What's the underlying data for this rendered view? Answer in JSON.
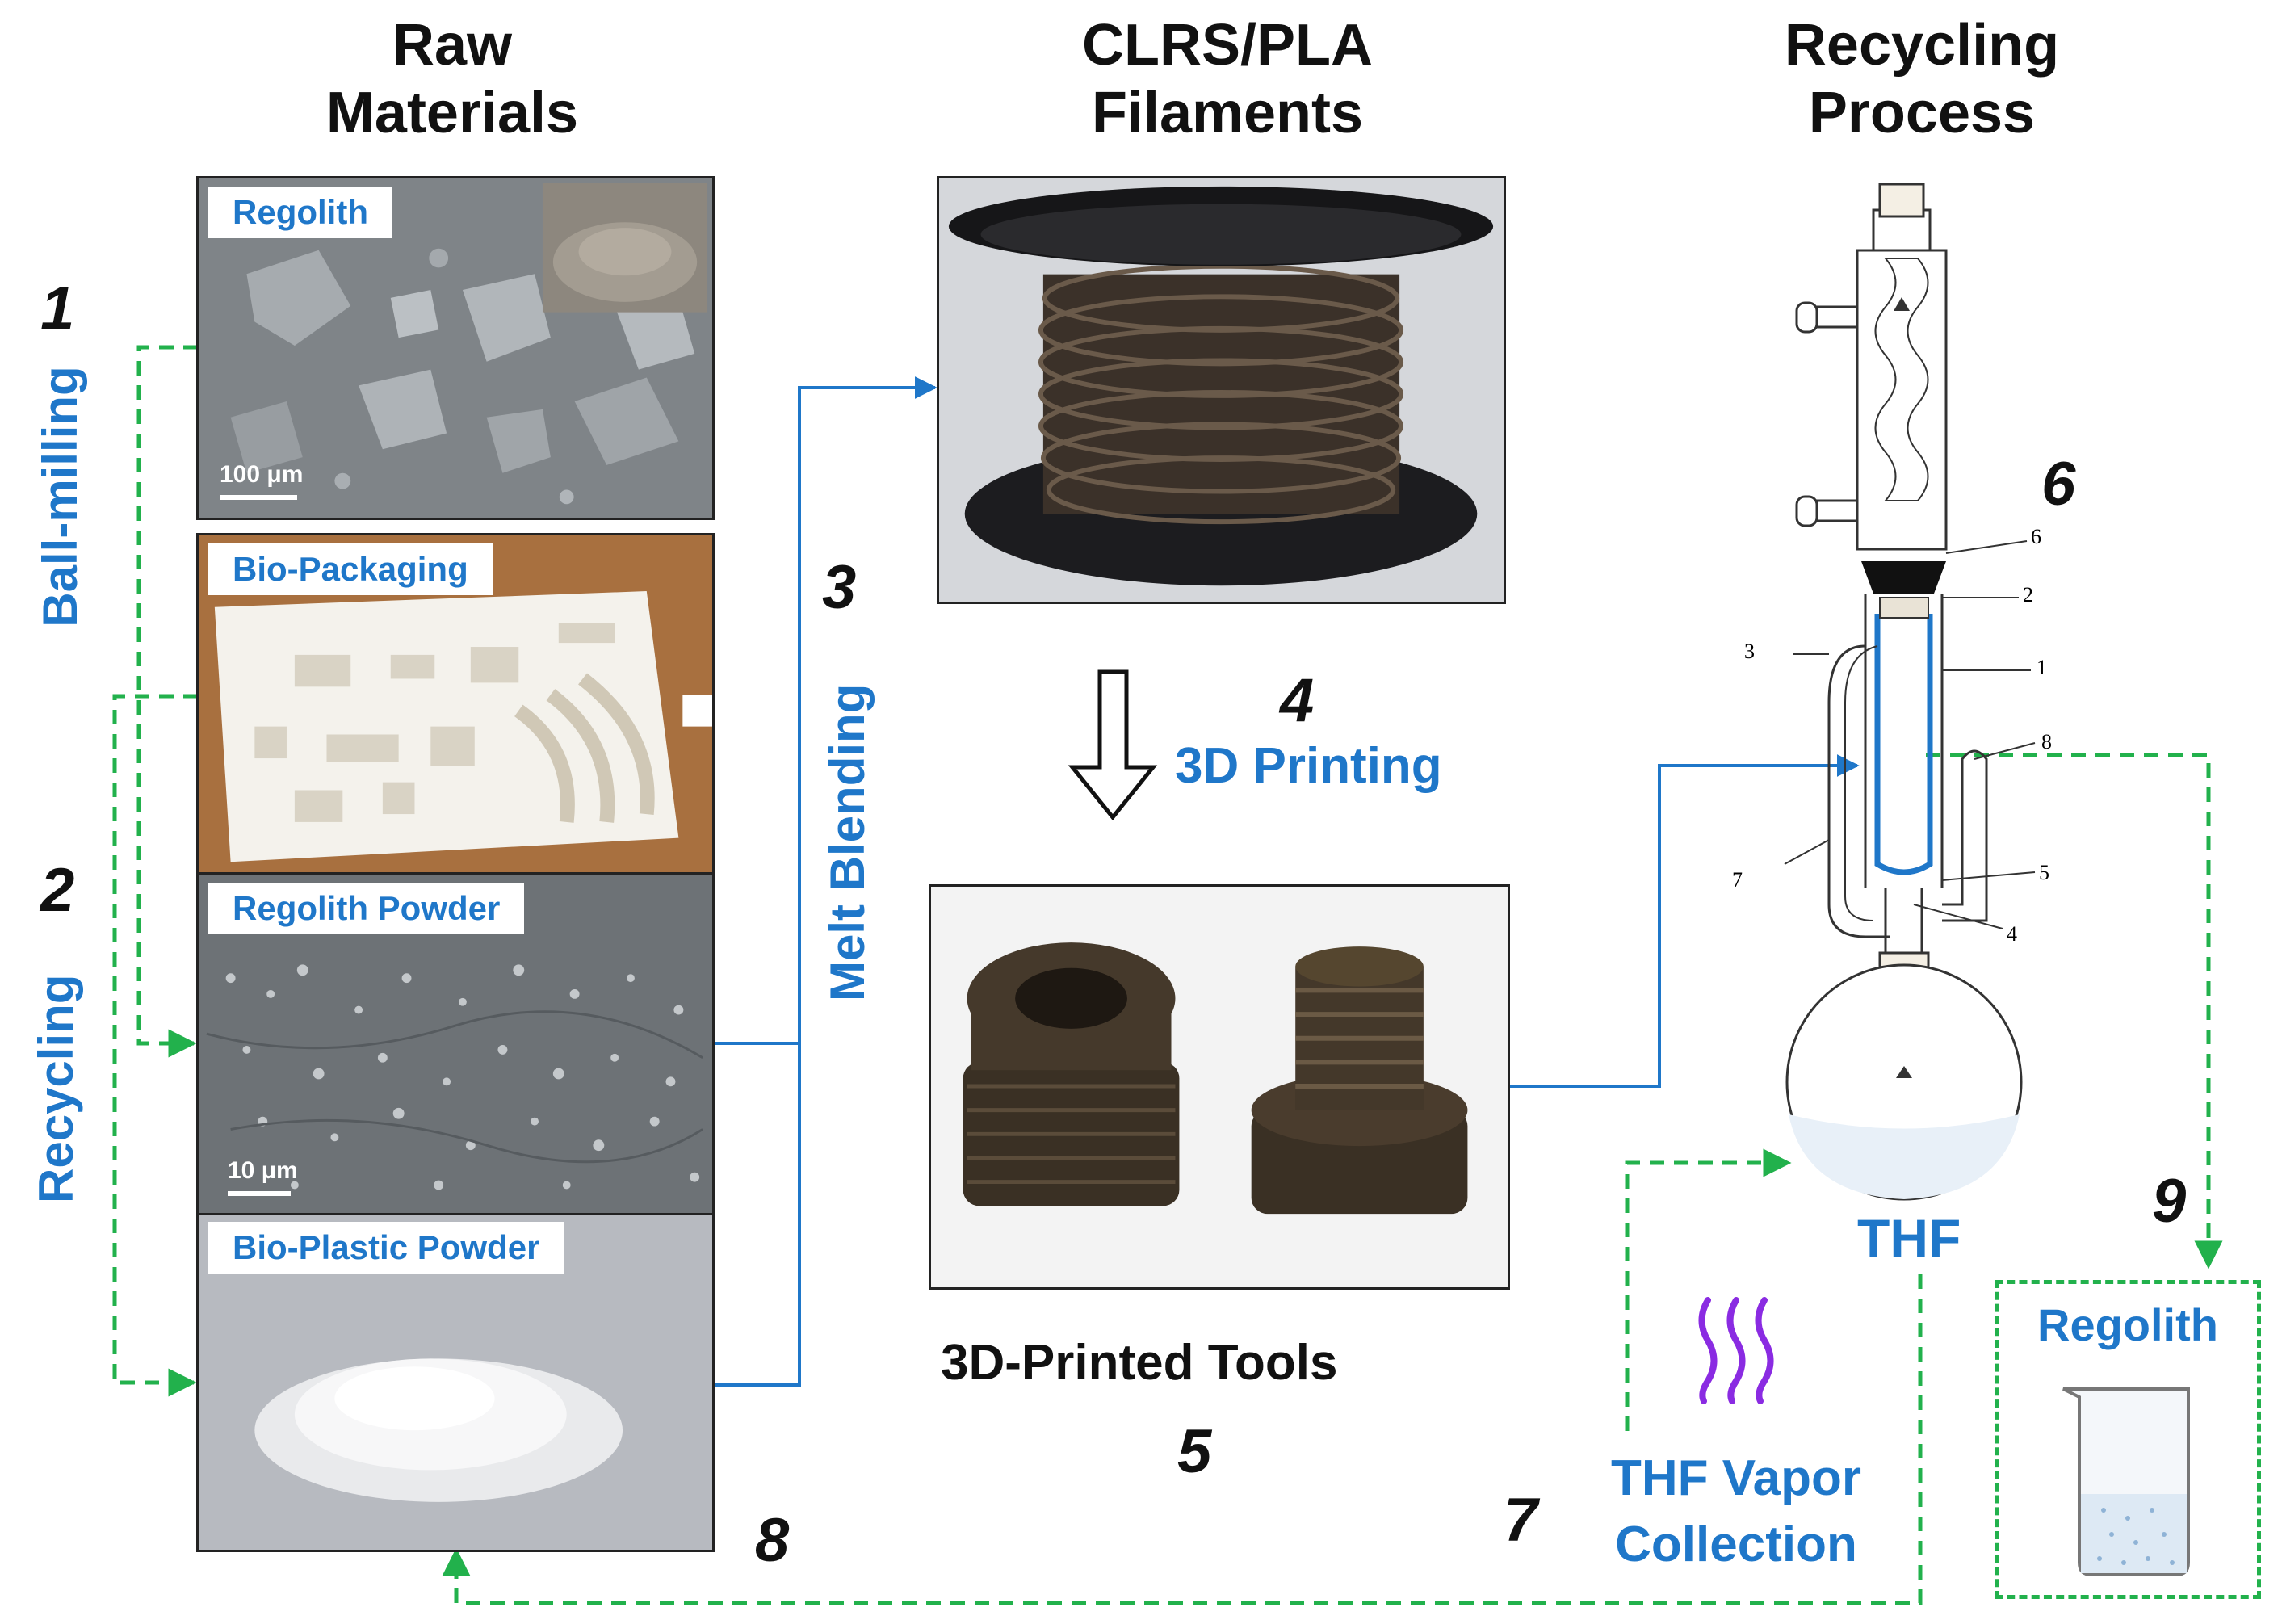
{
  "headers": {
    "raw": [
      "Raw",
      "Materials"
    ],
    "filaments": [
      "CLRS/PLA",
      "Filaments"
    ],
    "recycling": [
      "Recycling",
      "Process"
    ]
  },
  "panels": {
    "regolith": {
      "label": "Regolith",
      "scale": "100 μm"
    },
    "bio_packaging": {
      "label": "Bio-Packaging"
    },
    "regolith_powder": {
      "label": "Regolith Powder",
      "scale": "10 μm"
    },
    "bioplastic_powder": {
      "label": "Bio-Plastic Powder"
    }
  },
  "steps": {
    "s1": "1",
    "s2": "2",
    "s3": "3",
    "s4": "4",
    "s5": "5",
    "s6": "6",
    "s7": "7",
    "s8": "8",
    "s9": "9"
  },
  "labels": {
    "ball_milling": "Ball-milling",
    "recycling": "Recycling",
    "melt_blending": "Melt Blending",
    "printing": "3D Printing",
    "printed_tools": "3D-Printed Tools",
    "thf": "THF",
    "vapor": [
      "THF Vapor",
      "Collection"
    ],
    "regolith_out": "Regolith"
  },
  "apparatus_numbers": [
    "6",
    "2",
    "3",
    "1",
    "8",
    "7",
    "5",
    "4"
  ],
  "colors": {
    "accent_blue": "#1f77c9",
    "dashed_green": "#22b14c",
    "vapor_purple": "#8a2be2"
  }
}
